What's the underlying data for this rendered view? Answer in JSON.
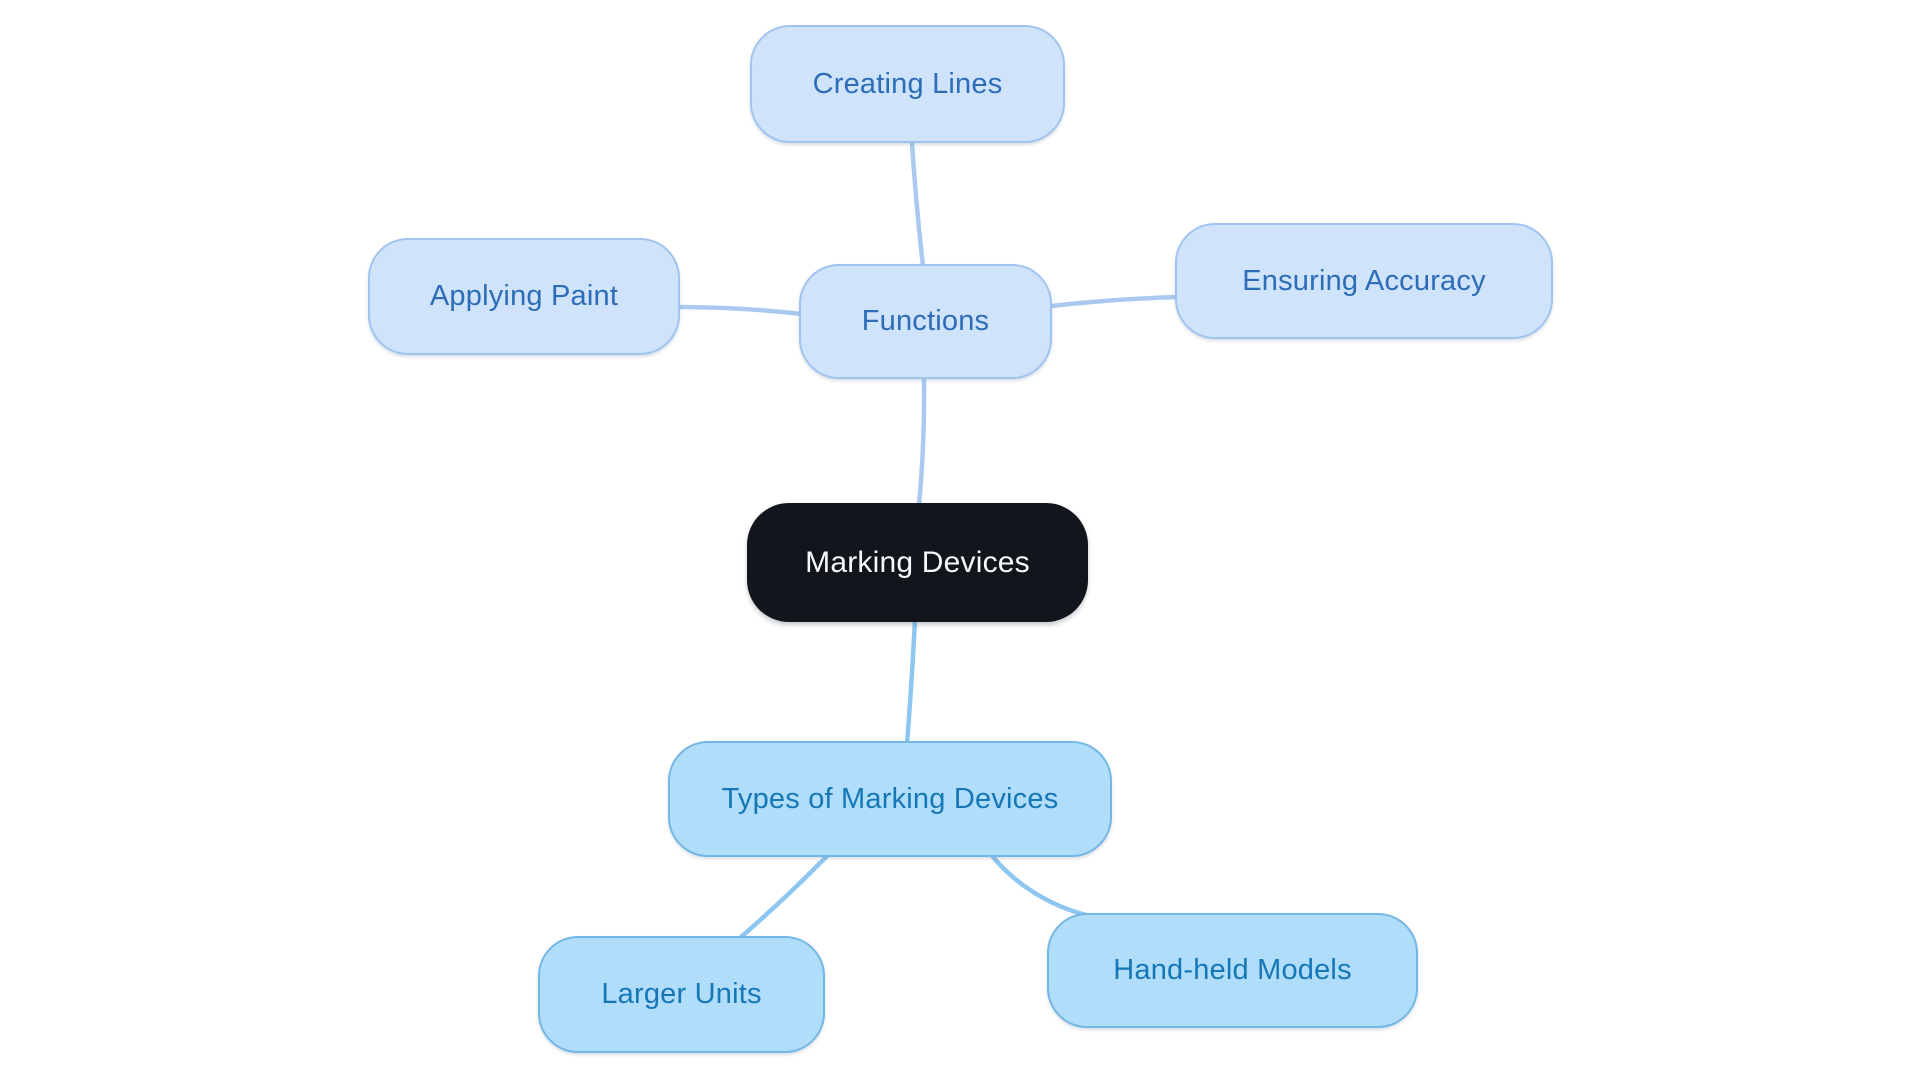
{
  "palette": {
    "background": "#ffffff",
    "root_fill": "#12161c",
    "root_text": "#f7f9fa",
    "functions_fill": "#cfe3fa",
    "functions_border": "#9fc4ef",
    "functions_text": "#2d6cb7",
    "functions_edge": "#a9c9f0",
    "types_fill": "#b0ddfa",
    "types_border": "#72b7e6",
    "types_text": "#1677b7",
    "types_edge": "#8cc6f1"
  },
  "diagram": {
    "type": "mindmap",
    "root": {
      "label": "Marking Devices"
    },
    "branches": [
      {
        "label": "Functions",
        "children": [
          {
            "label": "Creating Lines"
          },
          {
            "label": "Applying Paint"
          },
          {
            "label": "Ensuring Accuracy"
          }
        ]
      },
      {
        "label": "Types of Marking Devices",
        "children": [
          {
            "label": "Larger Units"
          },
          {
            "label": "Hand-held Models"
          }
        ]
      }
    ]
  }
}
